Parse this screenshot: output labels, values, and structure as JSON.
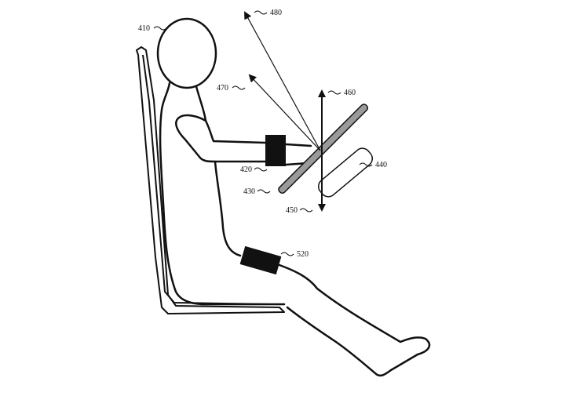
{
  "figure": {
    "reference_numerals": {
      "occupant": "410",
      "arm_sensor": "420",
      "steering_plane": "430",
      "controller": "440",
      "axis_down": "450",
      "axis_up": "460",
      "vector_470": "470",
      "vector_480": "480",
      "leg_sensor": "520"
    }
  },
  "colors": {
    "line": "#111111",
    "background": "#ffffff",
    "plate_fill": "#9a9a9a",
    "sensor_fill": "#111111"
  }
}
